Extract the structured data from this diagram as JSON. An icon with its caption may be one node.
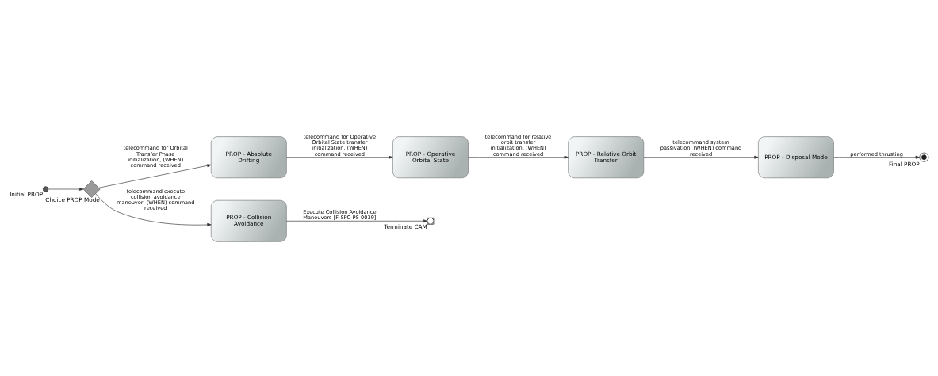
{
  "diagram": {
    "nodes": [
      {
        "text": [],
        "shape": "circle",
        "beside": [
          "Initial PROP"
        ]
      },
      {
        "text": [],
        "shape": "diamond",
        "beside": [
          "Choice PROP Mode"
        ]
      },
      {
        "text": [
          "PROP - Absolute Drifting"
        ]
      },
      {
        "text": [
          "PROP - Operative Orbital State"
        ]
      },
      {
        "text": [
          "PROP - Relative Orbit Transfer"
        ]
      },
      {
        "text": [
          "PROP - Disposal Mode"
        ]
      },
      {
        "text": [],
        "shape": "bullseye",
        "beside": [
          "Final PROP"
        ]
      },
      {
        "text": [
          "PROP - Collision Avoidance"
        ]
      },
      {
        "text": [],
        "shape": "cross",
        "beside": [
          "Terminate CAM"
        ]
      }
    ],
    "edges": [
      {
        "from": 0,
        "to": 1,
        "arrow": "to"
      },
      {
        "from": 1,
        "to": 2,
        "arrow": "to",
        "label": "telecommand for Orbital Transfer Phase initialization, (WHEN) command received"
      },
      {
        "from": 2,
        "to": 3,
        "arrow": "to",
        "label": "telecommand for Operative Orbital State transfer initialization, (WHEN) command received"
      },
      {
        "from": 3,
        "to": 4,
        "arrow": "to",
        "label": "telecommand for relative orbit transfer initialization, (WHEN) command received"
      },
      {
        "from": 4,
        "to": 5,
        "arrow": "to",
        "label": "telecommand system passivation, (WHEN) command received"
      },
      {
        "from": 5,
        "to": 6,
        "arrow": "to",
        "label": "performed thrusting"
      },
      {
        "from": 1,
        "to": 7,
        "arrow": "to",
        "label": "telecommand execute collision avoidance maneuver, (WHEN) command received"
      },
      {
        "from": 7,
        "to": 8,
        "arrow": "to",
        "label": "Execute Collision Avoidance Maneuvers [F-SPC-PS-0039]"
      }
    ]
  }
}
